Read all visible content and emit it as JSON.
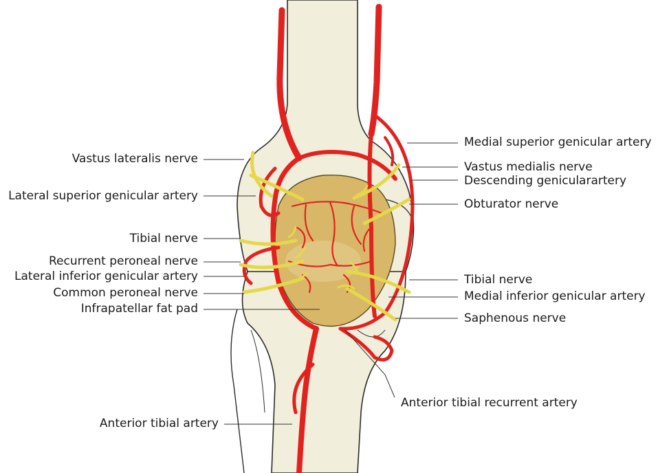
{
  "figure": {
    "labels_left": [
      "Vastus lateralis nerve",
      "Lateral superior genicular artery",
      "Tibial nerve",
      "Recurrent peroneal nerve",
      "Lateral inferior genicular artery",
      "Common peroneal nerve",
      "Infrapatellar fat pad",
      "Anterior tibial artery"
    ],
    "labels_right": [
      "Medial superior genicular artery",
      "Vastus medialis nerve",
      "Descending genicularartery",
      "Obturator nerve",
      "Tibial nerve",
      "Medial inferior genicular artery",
      "Saphenous nerve",
      "Anterior tibial recurrent artery"
    ]
  },
  "colors": {
    "artery": "#e0231f",
    "nerve": "#e4d84a",
    "patella_fat_pad": "#d8b768",
    "bone": "#f1eedb",
    "outline": "#2a2a2a",
    "leader_line": "#333333"
  }
}
